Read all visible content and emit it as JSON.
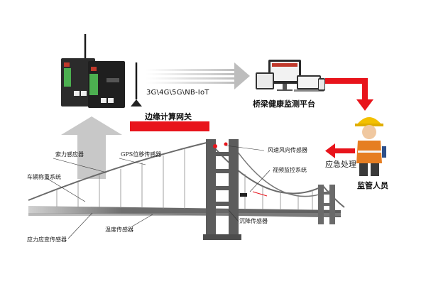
{
  "gateway": {
    "label": "边缘计算网关"
  },
  "network": {
    "protocols": "3G\\4G\\5G\\NB-IoT"
  },
  "platform": {
    "label": "桥梁健康监测平台"
  },
  "personnel": {
    "label": "监管人员"
  },
  "emergency": {
    "label": "应急处理"
  },
  "sensors": {
    "cable_force": "索力感应器",
    "gps": "GPS位移传感器",
    "wind": "风速风向传感器",
    "video": "视频监控系统",
    "vehicle_weighing": "车辆称重系统",
    "stress_strain": "应力应变传感器",
    "temperature": "温度传感器",
    "settlement": "沉降传感器"
  },
  "colors": {
    "accent_red": "#e8141b",
    "arrow_gray": "#c8c8c8",
    "bridge_gray": "#6f6f6f"
  }
}
